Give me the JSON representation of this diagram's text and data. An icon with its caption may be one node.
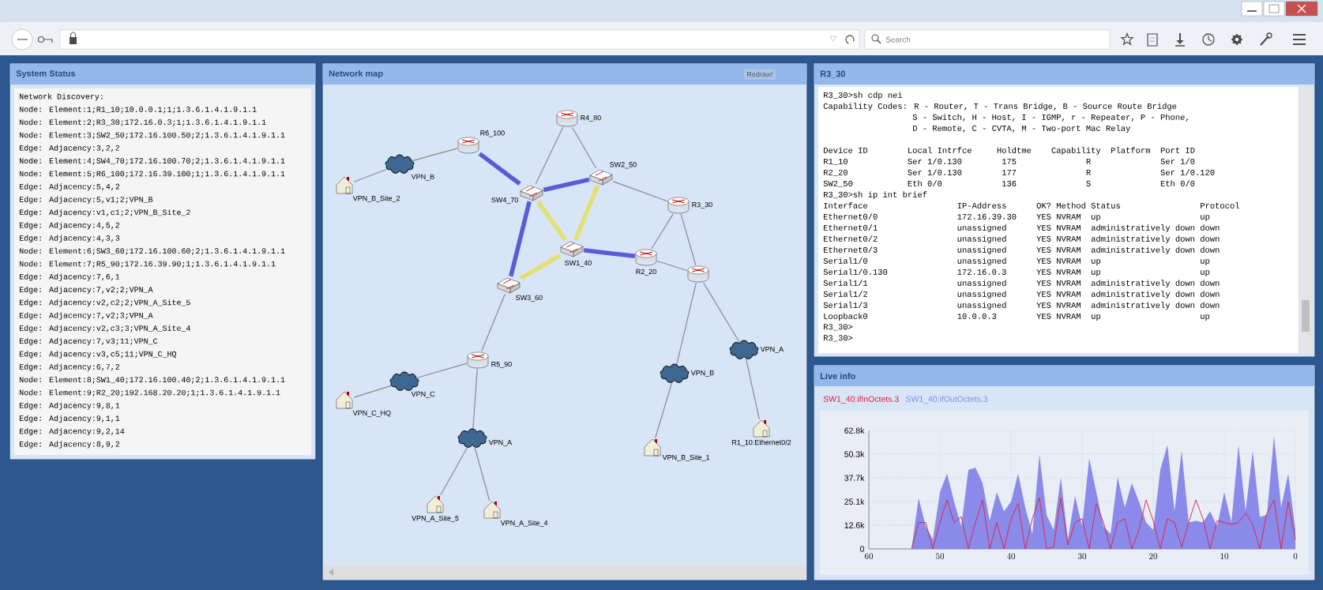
{
  "diagram": {
    "nodes": [
      {
        "text": [],
        "shape": "picture",
        "beside": [
          "VPN_B_Site_2"
        ]
      },
      {
        "text": [],
        "shape": "cloud",
        "beside": [
          "VPN_B"
        ]
      },
      {
        "text": [],
        "shape": "cylinder",
        "beside": [
          "R6_100"
        ]
      },
      {
        "text": [],
        "shape": "cylinder",
        "beside": [
          "R4_80"
        ]
      },
      {
        "text": [],
        "shape": "box",
        "beside": [
          "SW4_70"
        ]
      },
      {
        "text": [],
        "shape": "box",
        "beside": [
          "SW2_50"
        ]
      },
      {
        "text": [],
        "shape": "cylinder",
        "beside": [
          "R3_30"
        ]
      },
      {
        "text": [],
        "shape": "box",
        "beside": [
          "SW1_40"
        ]
      },
      {
        "text": [],
        "shape": "cylinder",
        "beside": [
          "R2_20"
        ]
      },
      {
        "text": [],
        "shape": "box",
        "beside": [
          "SW3_60"
        ]
      },
      {
        "text": [],
        "shape": "cylinder"
      },
      {
        "text": [],
        "shape": "cloud",
        "beside": [
          "VPN_B"
        ]
      },
      {
        "text": [],
        "shape": "cloud",
        "beside": [
          "VPN_A"
        ]
      },
      {
        "text": [],
        "shape": "cylinder",
        "beside": [
          "R5_90"
        ]
      },
      {
        "text": [],
        "shape": "cloud",
        "beside": [
          "VPN_C"
        ]
      },
      {
        "text": [],
        "shape": "picture",
        "beside": [
          "VPN_C_HQ"
        ]
      },
      {
        "text": [],
        "shape": "picture",
        "beside": [
          "VPN_B_Site_1"
        ]
      },
      {
        "text": [],
        "shape": "cloud",
        "beside": [
          "VPN_A"
        ]
      },
      {
        "text": [],
        "shape": "picture",
        "beside": [
          "R1_10:Ethernet0/2"
        ]
      },
      {
        "text": [],
        "shape": "picture",
        "beside": [
          "VPN_A_Site_5"
        ]
      },
      {
        "text": [],
        "shape": "picture",
        "beside": [
          "VPN_A_Site_4"
        ]
      }
    ],
    "edges": [
      {
        "from": 0,
        "to": 1,
        "arrow": "none"
      },
      {
        "from": 1,
        "to": 2,
        "arrow": "none"
      },
      {
        "from": 2,
        "to": 4,
        "arrow": "none",
        "style": "thick",
        "color": "#5b5bd6"
      },
      {
        "from": 3,
        "to": 4,
        "arrow": "none"
      },
      {
        "from": 3,
        "to": 5,
        "arrow": "none"
      },
      {
        "from": 4,
        "to": 5,
        "arrow": "none",
        "style": "thick",
        "color": "#5b5bd6"
      },
      {
        "from": 4,
        "to": 7,
        "arrow": "none",
        "style": "thick",
        "color": "#e2e070"
      },
      {
        "from": 4,
        "to": 9,
        "arrow": "none",
        "style": "thick",
        "color": "#5b5bd6"
      },
      {
        "from": 5,
        "to": 7,
        "arrow": "none",
        "style": "thick",
        "color": "#e2e070"
      },
      {
        "from": 5,
        "to": 6,
        "arrow": "none"
      },
      {
        "from": 7,
        "to": 9,
        "arrow": "none",
        "style": "thick",
        "color": "#e2e070"
      },
      {
        "from": 7,
        "to": 8,
        "arrow": "none",
        "style": "thick",
        "color": "#5b5bd6"
      },
      {
        "from": 6,
        "to": 8,
        "arrow": "none"
      },
      {
        "from": 6,
        "to": 10,
        "arrow": "none"
      },
      {
        "from": 8,
        "to": 10,
        "arrow": "none"
      },
      {
        "from": 10,
        "to": 11,
        "arrow": "none"
      },
      {
        "from": 11,
        "to": 16,
        "arrow": "none"
      },
      {
        "from": 10,
        "to": 12,
        "arrow": "none"
      },
      {
        "from": 12,
        "to": 18,
        "arrow": "none"
      },
      {
        "from": 9,
        "to": 13,
        "arrow": "none"
      },
      {
        "from": 13,
        "to": 14,
        "arrow": "none"
      },
      {
        "from": 14,
        "to": 15,
        "arrow": "none"
      },
      {
        "from": 13,
        "to": 17,
        "arrow": "none"
      },
      {
        "from": 17,
        "to": 19,
        "arrow": "none"
      },
      {
        "from": 17,
        "to": 20,
        "arrow": "none"
      }
    ],
    "labels": [
      "Search",
      "System Status",
      "Network Discovery:",
      "Node: Element:1;R1_10;10.0.0.1;1;1.3.6.1.4.1.9.1.1",
      "Node: Element:2;R3_30;172.16.0.3;1;1.3.6.1.4.1.9.1.1",
      "Node: Element:3;SW2_50;172.16.100.50;2;1.3.6.1.4.1.9.1.1",
      "Edge: Adjacency:3,2,2",
      "Node: Element:4;SW4_70;172.16.100.70;2;1.3.6.1.4.1.9.1.1",
      "Node: Element:5;R6_100;172.16.39.100;1;1.3.6.1.4.1.9.1.1",
      "Edge: Adjacency:5,4,2",
      "Edge: Adjacency:5,v1;2;VPN_B",
      "Edge: Adjacency:v1,c1;2;VPN_B_Site_2",
      "Edge: Adjacency:4,5,2",
      "Edge: Adjacency:4,3,3",
      "Node: Element:6;SW3_60;172.16.100.60;2;1.3.6.1.4.1.9.1.1",
      "Node: Element:7;R5_90;172.16.39.90;1;1.3.6.1.4.1.9.1.1",
      "Edge: Adjacency:7,6,1",
      "Edge: Adjacency:7,v2;2;VPN_A",
      "Edge: Adjacency:v2,c2;2;VPN_A_Site_5",
      "Edge: Adjacency:7,v2;3;VPN_A",
      "Edge: Adjacency:v2,c3;3;VPN_A_Site_4",
      "Edge: Adjacency:7,v3;11;VPN_C",
      "Edge: Adjacency:v3,c5;11;VPN_C_HQ",
      "Edge: Adjacency:6,7,2",
      "Node: Element:8;SW1_40;172.16.100.40;2;1.3.6.1.4.1.9.1.1",
      "Node: Element:9;R2_20;192.168.20.20;1;1.3.6.1.4.1.9.1.1",
      "Edge: Adjacency:9,8,1",
      "Edge: Adjacency:9,1,1",
      "Edge: Adjacency:9,2,14",
      "Edge: Adjacency:8,9,2",
      "Network map",
      "Redraw!",
      "R3_30",
      "R3_30>sh cdp nei",
      "Capability Codes: R - Router, T - Trans Bridge, B - Source Route Bridge",
      "                  S - Switch, H - Host, I - IGMP, r - Repeater, P - Phone,",
      "                  D - Remote, C - CVTA, M - Two-port Mac Relay",
      "Device ID        Local Intrfce     Holdtme    Capability  Platform  Port ID",
      "R1_10            Ser 1/0.130        175              R              Ser 1/0",
      "R2_20            Ser 1/0.130        177              R              Ser 1/0.120",
      "SW2_50           Eth 0/0            136              S              Eth 0/0",
      "R3_30>sh ip int brief",
      "Interface                  IP-Address      OK? Method Status                Protocol",
      "Ethernet0/0                172.16.39.30    YES NVRAM  up                    up",
      "Ethernet0/1                unassigned      YES NVRAM  administratively down down",
      "Ethernet0/2                unassigned      YES NVRAM  administratively down down",
      "Ethernet0/3                unassigned      YES NVRAM  administratively down down",
      "Serial1/0                  unassigned      YES NVRAM  up                    up",
      "Serial1/0.130              172.16.0.3      YES NVRAM  up                    up",
      "Serial1/1                  unassigned      YES NVRAM  administratively down down",
      "Serial1/2                  unassigned      YES NVRAM  administratively down down",
      "Serial1/3                  unassigned      YES NVRAM  administratively down down",
      "Loopback0                  10.0.0.3        YES NVRAM  up                    up",
      "R3_30>",
      "R3_30>",
      "Live info"
    ],
    "chart_data": {
      "type": "area",
      "x": [
        54,
        53,
        52,
        51,
        50,
        49,
        48,
        47,
        46,
        45,
        44,
        43,
        42,
        41,
        40,
        39,
        38,
        37,
        36,
        35,
        34,
        33,
        32,
        31,
        30,
        29,
        28,
        27,
        26,
        25,
        24,
        23,
        22,
        21,
        20,
        19,
        18,
        17,
        16,
        15,
        14,
        13,
        12,
        11,
        10,
        9,
        8,
        7,
        6,
        5,
        4,
        3,
        2,
        1,
        0
      ],
      "series": [
        {
          "name": "SW1_40:ifInOctets.3",
          "color": "#e0203a",
          "type": "line",
          "values": [
            0,
            14000,
            14000,
            0,
            14000,
            26000,
            14000,
            17000,
            0,
            14000,
            26000,
            0,
            14000,
            0,
            16000,
            24000,
            0,
            16000,
            27000,
            0,
            1000,
            27000,
            2000,
            14000,
            16000,
            0,
            24000,
            14000,
            0,
            14000,
            16000,
            0,
            10000,
            26000,
            15000,
            0,
            16000,
            14000,
            1000,
            14000,
            26000,
            16000,
            0,
            15000,
            14000,
            13000,
            14000,
            19000,
            13000,
            0,
            19000,
            26000,
            0,
            25000,
            5000
          ]
        },
        {
          "name": "SW1_40:ifOutOctets.3",
          "color": "#8a8aea",
          "type": "area",
          "values": [
            0,
            27000,
            12000,
            5000,
            30000,
            40000,
            25000,
            12000,
            42000,
            43000,
            35000,
            15000,
            30000,
            20000,
            25000,
            40000,
            22000,
            8000,
            50000,
            18000,
            10000,
            38000,
            5000,
            28000,
            12000,
            48000,
            30000,
            12000,
            8000,
            38000,
            22000,
            35000,
            25000,
            14000,
            10000,
            42000,
            55000,
            20000,
            52000,
            14000,
            15000,
            14000,
            20000,
            12000,
            30000,
            14000,
            55000,
            20000,
            52000,
            17000,
            18000,
            60000,
            22000,
            40000,
            10000
          ]
        }
      ],
      "xlim": [
        60,
        0
      ],
      "ylim": [
        0,
        62800
      ],
      "xticks": [
        60,
        50,
        40,
        30,
        20,
        10,
        0
      ],
      "grid": true,
      "yticks": [
        {
          "value": 62800,
          "label": "62.8k"
        },
        {
          "value": 50300,
          "label": "50.3k"
        },
        {
          "value": 37700,
          "label": "37.7k"
        },
        {
          "value": 25100,
          "label": "25.1k"
        },
        {
          "value": 12600,
          "label": "12.6k"
        },
        {
          "value": 0,
          "label": "0"
        }
      ]
    }
  }
}
